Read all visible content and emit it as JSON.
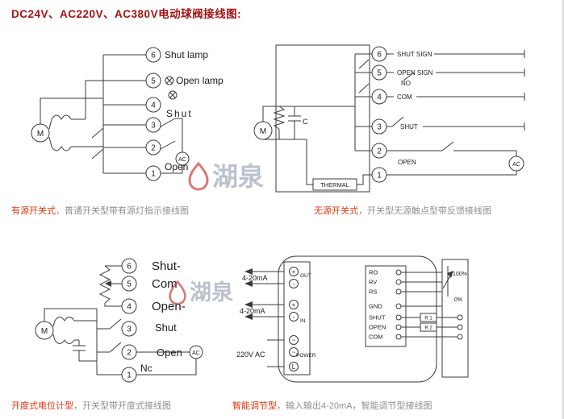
{
  "page": {
    "title": "DC24V、AC220V、AC380V电动球阀接线图:"
  },
  "watermark": {
    "text": "湖泉"
  },
  "icons": {
    "lamp": "lamp-icon",
    "logo": "huquan-logo-icon"
  },
  "d1": {
    "motor": "M",
    "ac": "AC",
    "terminals": [
      "6",
      "5",
      "4",
      "3",
      "2",
      "1"
    ],
    "labels": {
      "shut_lamp": "Shut lamp",
      "open_lamp": "Open lamp",
      "shut": "Shut",
      "open": "Open"
    },
    "caption": {
      "highlight": "有源开关式",
      "rest": "，普通开关型带有源灯指示接线图"
    }
  },
  "d2": {
    "motor": "M",
    "ac": "AC",
    "terminals": [
      "6",
      "5",
      "4",
      "3",
      "2",
      "1"
    ],
    "labels": {
      "shut_sign": "SHUT SIGN",
      "open_sign": "OPEN SIGN",
      "no": "NO",
      "com": "COM",
      "shut": "SHUT",
      "open": "OPEN",
      "thermal": "THERMAL",
      "c": "C"
    },
    "caption": {
      "highlight": "无源开关式",
      "rest": "，开关型无源触点型带反馈接线图"
    }
  },
  "d3": {
    "motor": "M",
    "ac": "AC",
    "terminals": [
      "6",
      "5",
      "4",
      "3",
      "2",
      "1"
    ],
    "labels": {
      "shut_pot": "Shut-",
      "com": "Com",
      "open_pot": "Open-",
      "shut": "Shut",
      "open": "Open",
      "nc": "Nc"
    },
    "caption": {
      "highlight": "开度式电位计型",
      "rest": "，开关型带开度式接线图"
    }
  },
  "d4": {
    "out_current": "4-20mA",
    "in_current": "4-20mA",
    "power_supply": "220V AC",
    "strip": {
      "symbols": [
        "+",
        "-",
        "+",
        "-",
        "~",
        "~",
        "L"
      ],
      "out": "OUT",
      "in": "IN",
      "power": "POWER"
    },
    "control": [
      "RO",
      "RV",
      "RS",
      "GND",
      "SHUT",
      "OPEN",
      "COM"
    ],
    "feedback": {
      "full": "100%",
      "zero": "0%",
      "r1": "R 1",
      "r2": "R 2"
    },
    "caption": {
      "highlight": "智能调节型",
      "rest": "，输入输出4-20mA，智能调节型接线图"
    }
  }
}
